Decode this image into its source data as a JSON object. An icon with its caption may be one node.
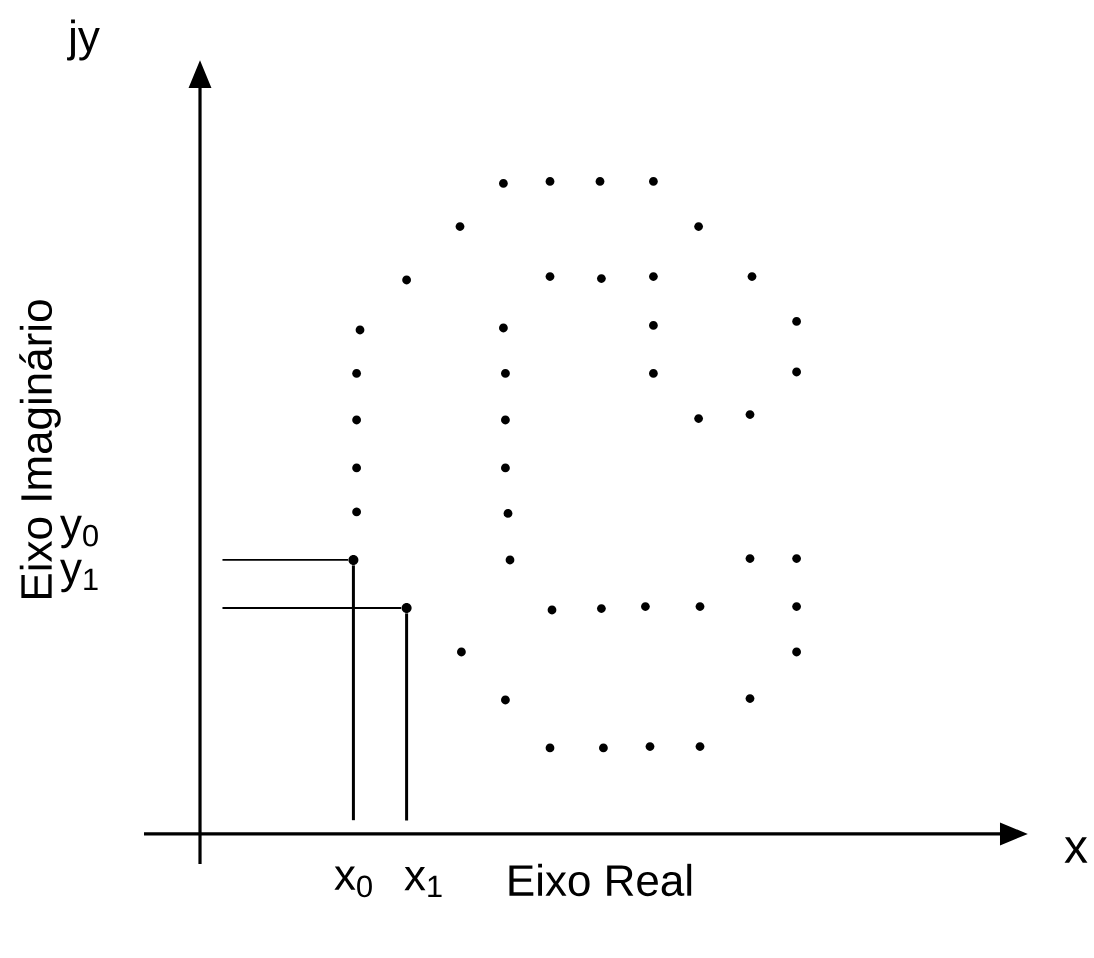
{
  "diagram": {
    "nodes": [
      {
        "text": [
          "y$_{0}$"
        ]
      },
      {
        "text": [
          "y$_{1}$"
        ]
      },
      {
        "text": [
          "x$_{0}$"
        ]
      },
      {
        "text": [
          "x$_{1}$"
        ]
      },
      {
        "text": [],
        "shape": "circle"
      },
      {
        "text": [],
        "shape": "circle"
      }
    ],
    "edges": [
      {
        "from": 0,
        "to": 4,
        "arrow": "none"
      },
      {
        "from": 1,
        "to": 5,
        "arrow": "none"
      },
      {
        "from": 2,
        "to": 4,
        "arrow": "none"
      },
      {
        "from": 3,
        "to": 5,
        "arrow": "none"
      }
    ],
    "labels": [
      "jy",
      "Eixo Imaginário",
      "x",
      "Eixo Real"
    ]
  }
}
